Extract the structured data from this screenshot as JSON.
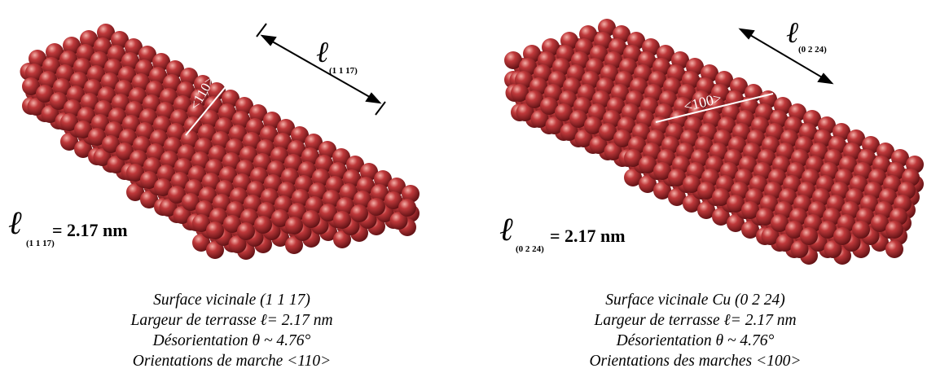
{
  "left": {
    "arrow_label_main": "ℓ",
    "arrow_label_sub": "(1 1 17)",
    "direction_label": "<110>",
    "width_symbol": "ℓ",
    "width_sub": "(1 1 17)",
    "width_value": "= 2.17 nm",
    "caption": [
      "Surface vicinale (1 1 17)",
      "Largeur de terrasse ℓ= 2.17 nm",
      "Désorientation θ ~ 4.76°",
      "Orientations de marche <110>"
    ]
  },
  "right": {
    "arrow_label_main": "ℓ",
    "arrow_label_sub": "(0 2 24)",
    "direction_label": "<100>",
    "width_symbol": "ℓ",
    "width_sub": "(0 2 24)",
    "width_value": "= 2.17 nm",
    "caption": [
      "Surface vicinale Cu (0 2 24)",
      "Largeur de terrasse ℓ= 2.17 nm",
      "Désorientation θ ~ 4.76°",
      "Orientations des marches <100>"
    ]
  },
  "colors": {
    "atom_base": "#c0393b",
    "atom_highlight": "#f4b0a8",
    "atom_shadow": "#5a0f12"
  }
}
